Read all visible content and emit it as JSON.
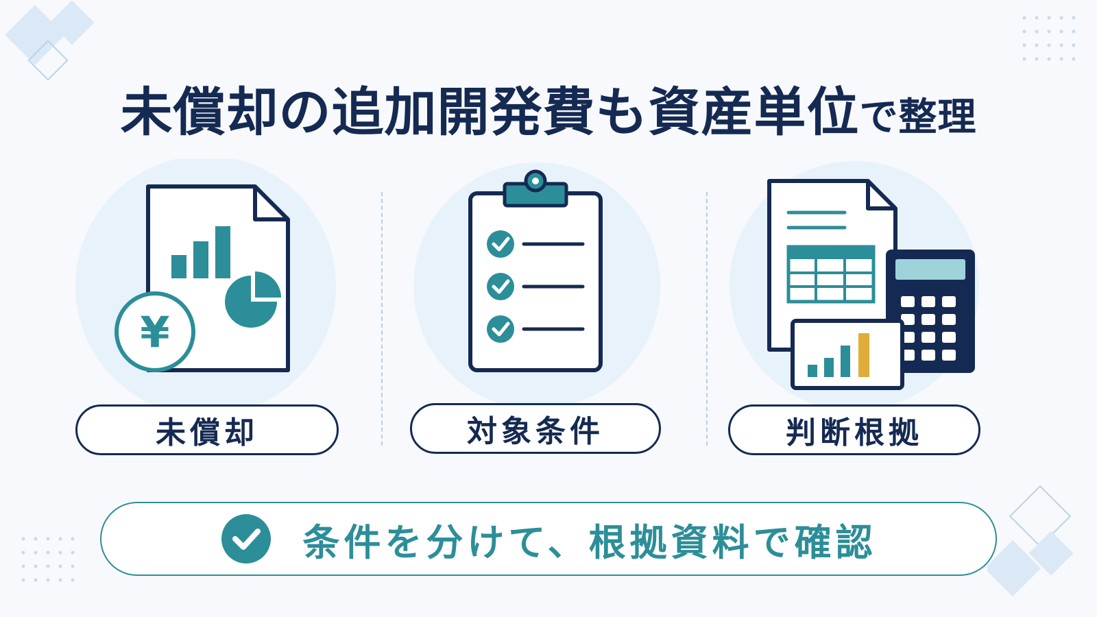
{
  "title": {
    "main": "未償却の追加開発費も資産単位",
    "suffix": "で整理"
  },
  "columns": [
    {
      "label": "未償却",
      "icon": "document-chart-yen-icon"
    },
    {
      "label": "対象条件",
      "icon": "clipboard-checklist-icon"
    },
    {
      "label": "判断根拠",
      "icon": "spreadsheet-calculator-icon"
    }
  ],
  "banner": {
    "text": "条件を分けて、根拠資料で確認",
    "icon": "check-circle-icon"
  },
  "colors": {
    "navy": "#152a52",
    "teal": "#2c8e98",
    "light_teal": "#9fd3dc",
    "gold": "#e0ad3b",
    "circle_bg": "#e8f2fb"
  }
}
